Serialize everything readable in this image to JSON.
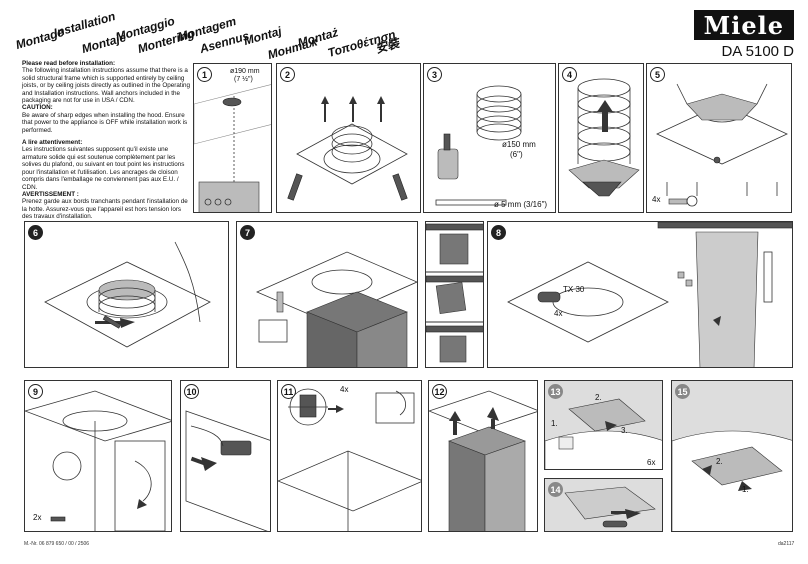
{
  "languages": [
    "Montage",
    "Installation",
    "Montaje",
    "Montaggio",
    "Montering",
    "Montagem",
    "Asennus",
    "Montaj",
    "Монтаж",
    "Montaż",
    "Τοποθέτηση",
    "安裝"
  ],
  "brand": "Miele",
  "model": "DA 5100 D",
  "instructions": {
    "en_heading": "Please read before installation:",
    "en_body": "The following installation instructions assume that there is a solid structural frame which is supported entirely by ceiling joists, or by ceiling joists directly as outlined in the Operating and Installation instructions. Wall anchors included in the packaging are not for use in USA / CDN.",
    "en_caution_heading": "CAUTION:",
    "en_caution_body": "Be aware of sharp edges when installing the hood. Ensure that power to the appliance is OFF while installation work is performed.",
    "fr_heading": "A lire attentivement:",
    "fr_body": "Les instructions suivantes supposent qu'il existe une armature solide qui est soutenue complètement par les solives du plafond, ou suivant en tout point les instructions pour l'installation et l'utilisation. Les ancrages de cloison compris dans l'emballage ne conviennent pas aux E.U. / CDN.",
    "fr_caution_heading": "AVERTISSEMENT :",
    "fr_caution_body": "Prenez garde aux bords tranchants pendant l'installation de la hotte. Assurez-vous que l'appareil est hors tension lors des travaux d'installation."
  },
  "steps": {
    "s1": {
      "num": "1",
      "label_a": "ø190 mm",
      "label_b": "(7 ½\")"
    },
    "s2": {
      "num": "2"
    },
    "s3": {
      "num": "3",
      "label_a": "ø150 mm",
      "label_b": "(6\")",
      "label_c": "ø 5 mm (3/16\")"
    },
    "s4": {
      "num": "4"
    },
    "s5": {
      "num": "5",
      "label_a": "4x"
    },
    "s6": {
      "num": "6"
    },
    "s7": {
      "num": "7"
    },
    "s8": {
      "num": "8",
      "label_a": "TX 30",
      "label_b": "4x"
    },
    "s9": {
      "num": "9",
      "label_a": "2x"
    },
    "s10": {
      "num": "10"
    },
    "s11": {
      "num": "11",
      "label_a": "4x"
    },
    "s12": {
      "num": "12"
    },
    "s13": {
      "num": "13",
      "label_a": "1.",
      "label_b": "2.",
      "label_c": "3.",
      "label_d": "6x"
    },
    "s14": {
      "num": "14"
    },
    "s15": {
      "num": "15",
      "label_a": "2.",
      "label_b": "1."
    }
  },
  "footer_left": "M.-Nr. 06 879 650 / 00 / 2506",
  "footer_right": "da2117"
}
